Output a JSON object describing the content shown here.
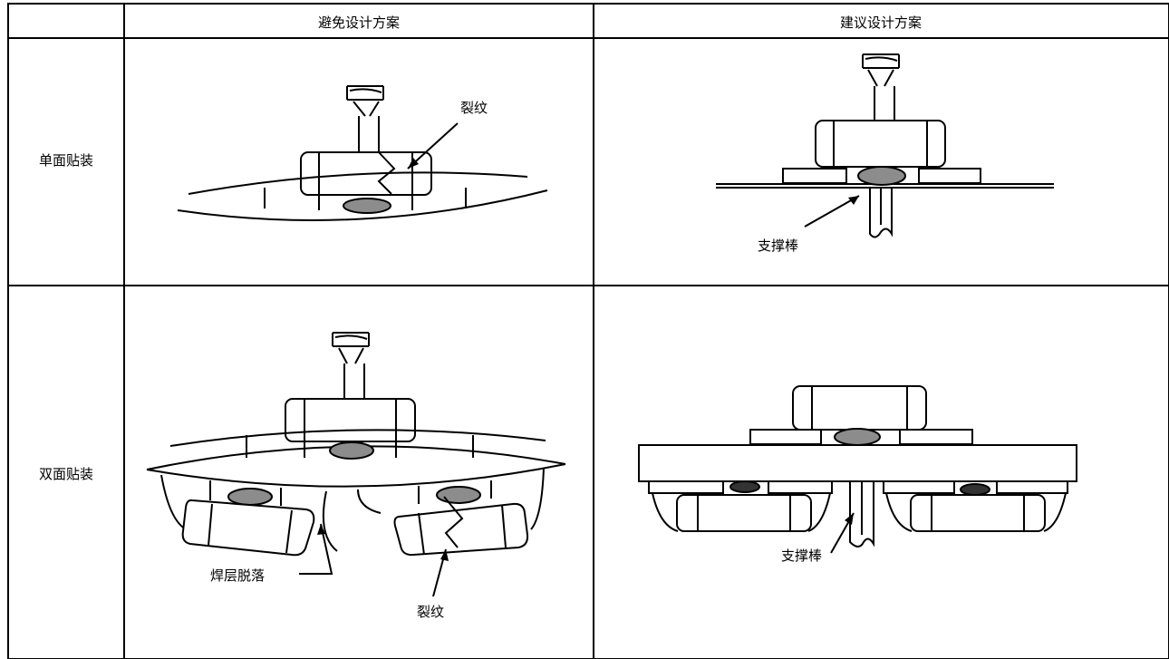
{
  "table": {
    "headers": [
      "",
      "避免设计方案",
      "建议设计方案"
    ],
    "rows": [
      "单面贴装",
      "双面贴装"
    ]
  },
  "labels": {
    "crack": "裂纹",
    "support_rod": "支撑棒",
    "solder_peel": "焊层脱落"
  }
}
